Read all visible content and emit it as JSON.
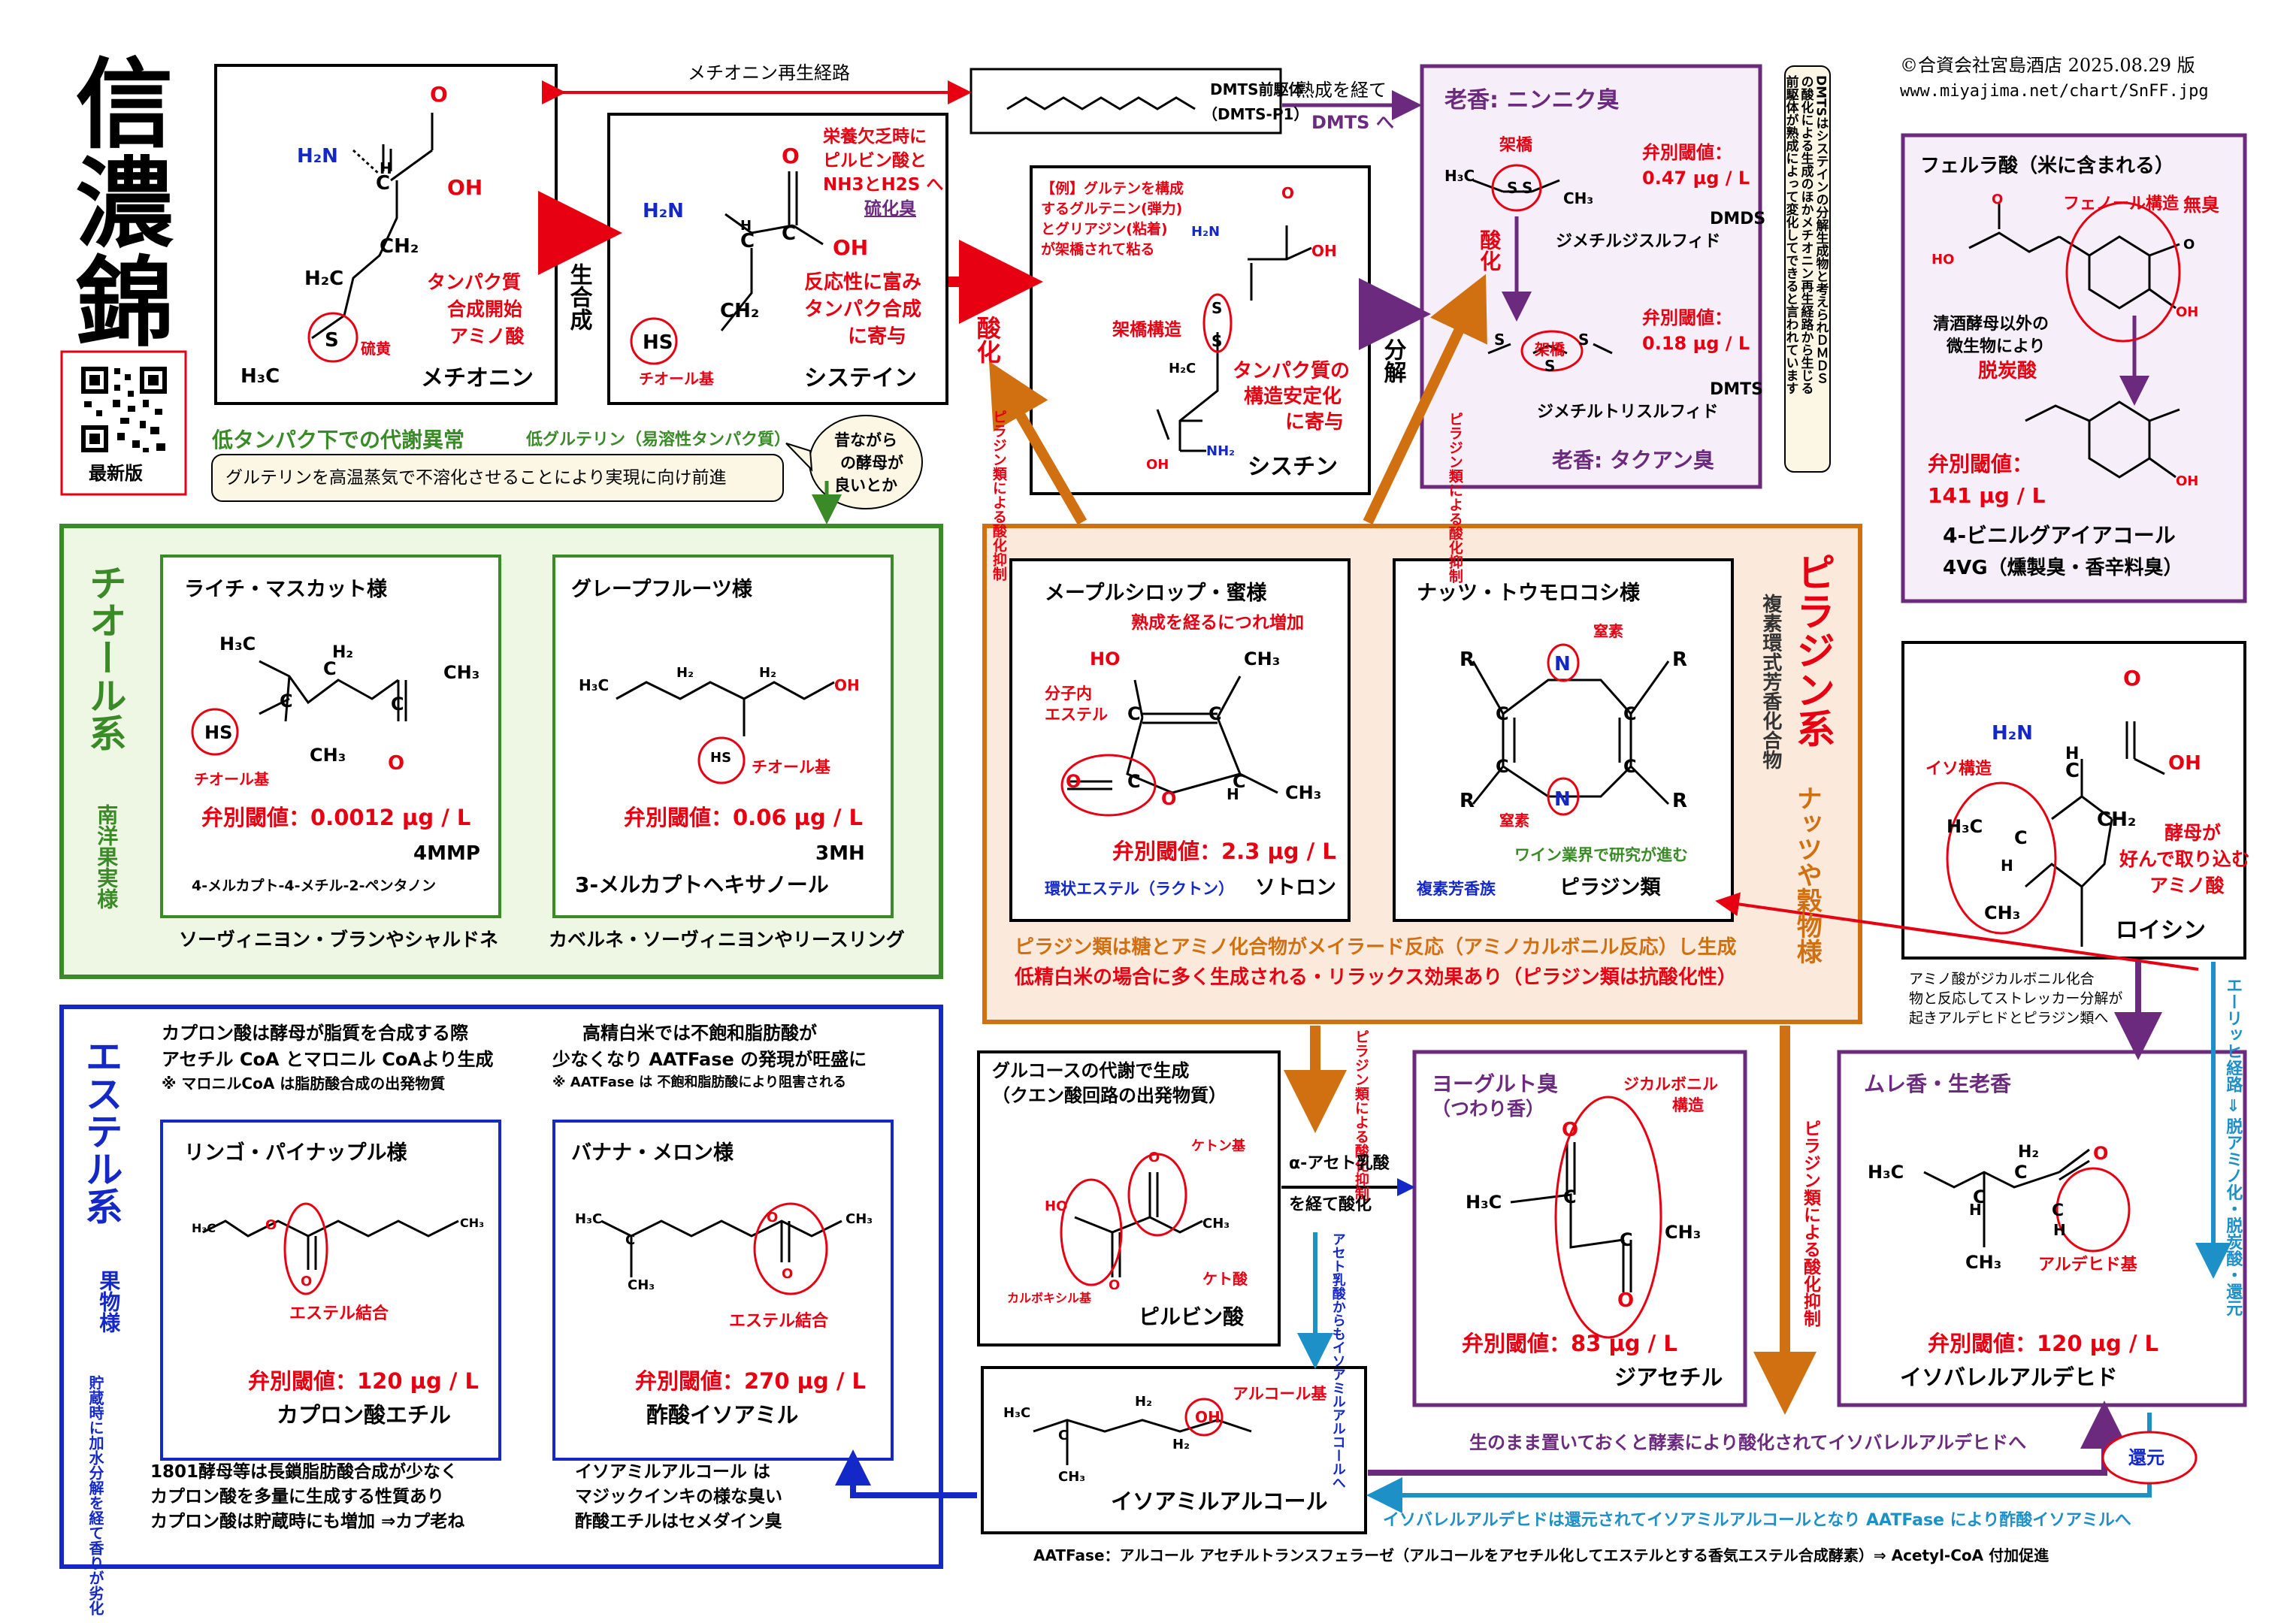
{
  "brand": {
    "title": "信濃錦",
    "latest": "最新版",
    "copyright": "©合資会社宮島酒店 2025.08.29 版",
    "url": "www.miyajima.net/chart/SnFF.jpg"
  },
  "top": {
    "methionine_cycle": "メチオニン再生経路",
    "biosynthesis": "生合成",
    "oxidation": "酸化",
    "decomposition": "分解",
    "aging_to_dmts": "熟成を経て",
    "dmts_to": "DMTS へ",
    "dmts_p1": "DMTS前駆体",
    "dmts_p1b": "（DMTS-P1）"
  },
  "methionine": {
    "name": "メチオニン",
    "note1": "タンパク質",
    "note2": "合成開始",
    "note3": "アミノ酸",
    "sulfur": "硫黄"
  },
  "cysteine": {
    "name": "システイン",
    "note1": "栄養欠乏時に",
    "note2": "ピルビン酸と",
    "note3": "NH3とH2S へ",
    "note4": "硫化臭",
    "note5": "反応性に富み",
    "note6": "タンパク合成",
    "note7": "に寄与",
    "thiol": "チオール基"
  },
  "cystine": {
    "name": "シスチン",
    "ex1": "【例】グルテンを構成",
    "ex2": "するグルテニン(弾力)",
    "ex3": "とグリアジン(粘着)",
    "ex4": "が架橋されて粘る",
    "bridge": "架橋構造",
    "n1": "タンパク質の",
    "n2": "構造安定化",
    "n3": "に寄与"
  },
  "aged": {
    "title": "老香: ニンニク臭",
    "bridge1": "架橋",
    "bridge2": "架橋",
    "th1_label": "弁別閾値：",
    "th1": "0.47 µg / L",
    "dmds": "DMDS",
    "dmds_name": "ジメチルジスルフィド",
    "th2_label": "弁別閾値：",
    "th2": "0.18 µg / L",
    "dmts": "DMTS",
    "dmts_name": "ジメチルトリスルフィド",
    "title2": "老香: タクアン臭",
    "ox": "酸化"
  },
  "dmts_note": [
    "DMTSはシステインの分解生成物と考えられＤＭＤＳ",
    "の酸化による生成のほかメチオニン再生経路から生じる",
    "前駆体が熟成によって変化してできると言われています"
  ],
  "ferulic": {
    "title": "フェルラ酸（米に含まれる）",
    "phenol": "フェノール構造",
    "odorless": "無臭",
    "yeast1": "清酒酵母以外の",
    "yeast2": "微生物により",
    "decarb": "脱炭酸",
    "th_label": "弁別閾値：",
    "th": "141 µg / L",
    "name": "4-ビニルグアイアコール",
    "abbr": "4VG（燻製臭・香辛料臭）"
  },
  "lowprotein": {
    "title": "低タンパク下での代謝異常",
    "sub": "低グルテリン（易溶性タンパク質）",
    "box": "グルテリンを高温蒸気で不溶化させることにより実現に向け前進",
    "bubble1": "昔ながら",
    "bubble2": "の酵母が",
    "bubble3": "良いとか"
  },
  "thiol": {
    "title": "チオール系",
    "sub": "南洋果実様",
    "lychee": "ライチ・マスカット様",
    "grapefruit": "グレープフルーツ様",
    "thiolgroup": "チオール基",
    "th1": "弁別閾値：0.0012 µg / L",
    "name1": "4MMP",
    "full1": "4-メルカプト-4-メチル-2-ペンタノン",
    "th2": "弁別閾値：0.06 µg / L",
    "name2": "3MH",
    "full2": "3-メルカプトヘキサノール",
    "wine1": "ソーヴィニヨン・ブランやシャルドネ",
    "wine2": "カベルネ・ソーヴィニヨンやリースリング"
  },
  "pyrazine": {
    "title": "ピラジン系",
    "sub": "複素環式芳香化合物",
    "side": "ナッツや穀物様",
    "maple": "メープルシロップ・蜜様",
    "maple_note": "熟成を経るにつれ増加",
    "ester_in": "分子内",
    "ester_in2": "エステル",
    "th_sot": "弁別閾値：2.3 µg / L",
    "lactone": "環状エステル（ラクトン）",
    "sotolon": "ソトロン",
    "nuts": "ナッツ・トウモロコシ様",
    "n1": "窒素",
    "n2": "窒素",
    "wine": "ワイン業界で研究が進む",
    "hetero": "複素芳香族",
    "name": "ピラジン類",
    "foot1": "ピラジン類は糖とアミノ化合物がメイラード反応（アミノカルボニル反応）し生成",
    "foot2": "低精白米の場合に多く生成される・リラックス効果あり（ピラジン類は抗酸化性）",
    "inhibit": "ピラジン類による酸化抑制"
  },
  "leucine": {
    "name": "ロイシン",
    "iso": "イソ構造",
    "n1": "酵母が",
    "n2": "好んで取り込む",
    "n3": "アミノ酸",
    "strecker1": "アミノ酸がジカルボニル化合",
    "strecker2": "物と反応してストレッカー分解が",
    "strecker3": "起きアルデヒドとピラジン類へ",
    "ehrlich": "エーリッヒ経路 ⇒ 脱アミノ化・脱炭酸・還元"
  },
  "ester": {
    "title": "エステル系",
    "sub": "果物様",
    "sub2": "貯蔵時に加水分解を経て香りが劣化",
    "i1": "カプロン酸は酵母が脂質を合成する際",
    "i2": "アセチル CoA とマロニル CoAより生成",
    "i3": "※ マロニルCoA は脂肪酸合成の出発物質",
    "i4": "高精白米では不飽和脂肪酸が",
    "i5": "少なくなり AATFase の発現が旺盛に",
    "i6": "※ AATFase は 不飽和脂肪酸により阻害される",
    "apple": "リンゴ・パイナップル様",
    "banana": "バナナ・メロン様",
    "bond": "エステル結合",
    "th1": "弁別閾値：120 µg / L",
    "name1": "カプロン酸エチル",
    "th2": "弁別閾値：270 µg / L",
    "name2": "酢酸イソアミル",
    "b1": "1801酵母等は長鎖脂肪酸合成が少なく",
    "b2": "カプロン酸を多量に生成する性質あり",
    "b3": "カプロン酸は貯蔵時にも増加 ⇒カプ老ね",
    "b4": "イソアミルアルコール は",
    "b5": "マジックインキの様な臭い",
    "b6": "酢酸エチルはセメダイン臭"
  },
  "pyruvate": {
    "t1": "グルコースの代謝で生成",
    "t2": "（クエン酸回路の出発物質）",
    "keto": "ケトン基",
    "carboxyl": "カルボキシル基",
    "ketoacid": "ケト酸",
    "name": "ピルビン酸",
    "via": "α-アセト乳酸",
    "via2": "を経て酸化",
    "acet": "アセト乳酸からもイソアミルアルコールへ"
  },
  "yogurt": {
    "title": "ヨーグルト臭",
    "sub": "（つわり香）",
    "dicarb": "ジカルボニル",
    "dicarb2": "構造",
    "th": "弁別閾値：83 µg / L",
    "name": "ジアセチル"
  },
  "mure": {
    "title": "ムレ香・生老香",
    "ald": "アルデヒド基",
    "th": "弁別閾値：120 µg / L",
    "name": "イソバレルアルデヒド",
    "reduce": "還元"
  },
  "isoamyl": {
    "alc": "アルコール基",
    "name": "イソアミルアルコール"
  },
  "bottom": {
    "enzyme": "生のまま置いておくと酵素により酸化されてイソバレルアルデヒドへ",
    "reduce_line": "イソバレルアルデヒドは還元されてイソアミルアルコールとなり AATFase により酢酸イソアミルへ",
    "aatf": "AATFase：アルコール アセチルトランスフェラーゼ（アルコールをアセチル化してエステルとする香気エステル合成酵素）⇒ Acetyl-CoA 付加促進"
  },
  "colors": {
    "red": "#e60012",
    "blue": "#1428c8",
    "green": "#3a8a28",
    "purple": "#6b2a7e",
    "orange": "#d07010",
    "cyan": "#1e90c8",
    "thiolbg": "#eef7e4",
    "pyrbg": "#fbe9dc"
  }
}
